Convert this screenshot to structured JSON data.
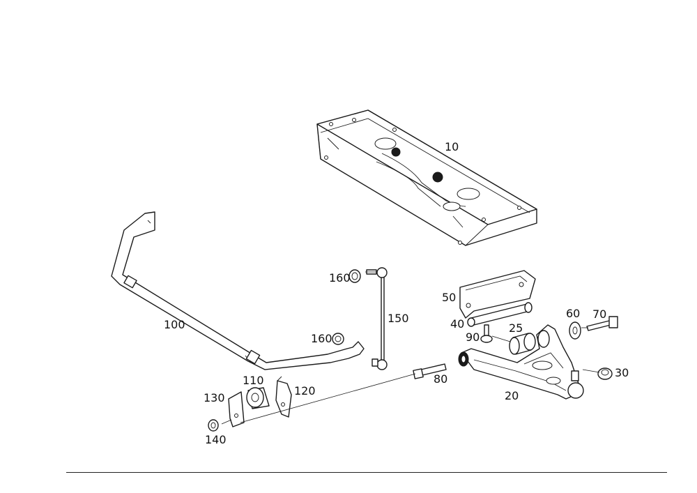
{
  "diagram": {
    "type": "exploded-parts-diagram",
    "labels": [
      {
        "id": "10",
        "text": "10"
      },
      {
        "id": "20",
        "text": "20"
      },
      {
        "id": "25",
        "text": "25"
      },
      {
        "id": "30",
        "text": "30"
      },
      {
        "id": "40",
        "text": "40"
      },
      {
        "id": "50",
        "text": "50"
      },
      {
        "id": "60",
        "text": "60"
      },
      {
        "id": "70",
        "text": "70"
      },
      {
        "id": "80",
        "text": "80"
      },
      {
        "id": "90",
        "text": "90"
      },
      {
        "id": "100",
        "text": "100"
      },
      {
        "id": "110",
        "text": "110"
      },
      {
        "id": "120",
        "text": "120"
      },
      {
        "id": "130",
        "text": "130"
      },
      {
        "id": "140",
        "text": "140"
      },
      {
        "id": "150",
        "text": "150"
      },
      {
        "id": "160a",
        "text": "160"
      },
      {
        "id": "160b",
        "text": "160"
      }
    ]
  }
}
